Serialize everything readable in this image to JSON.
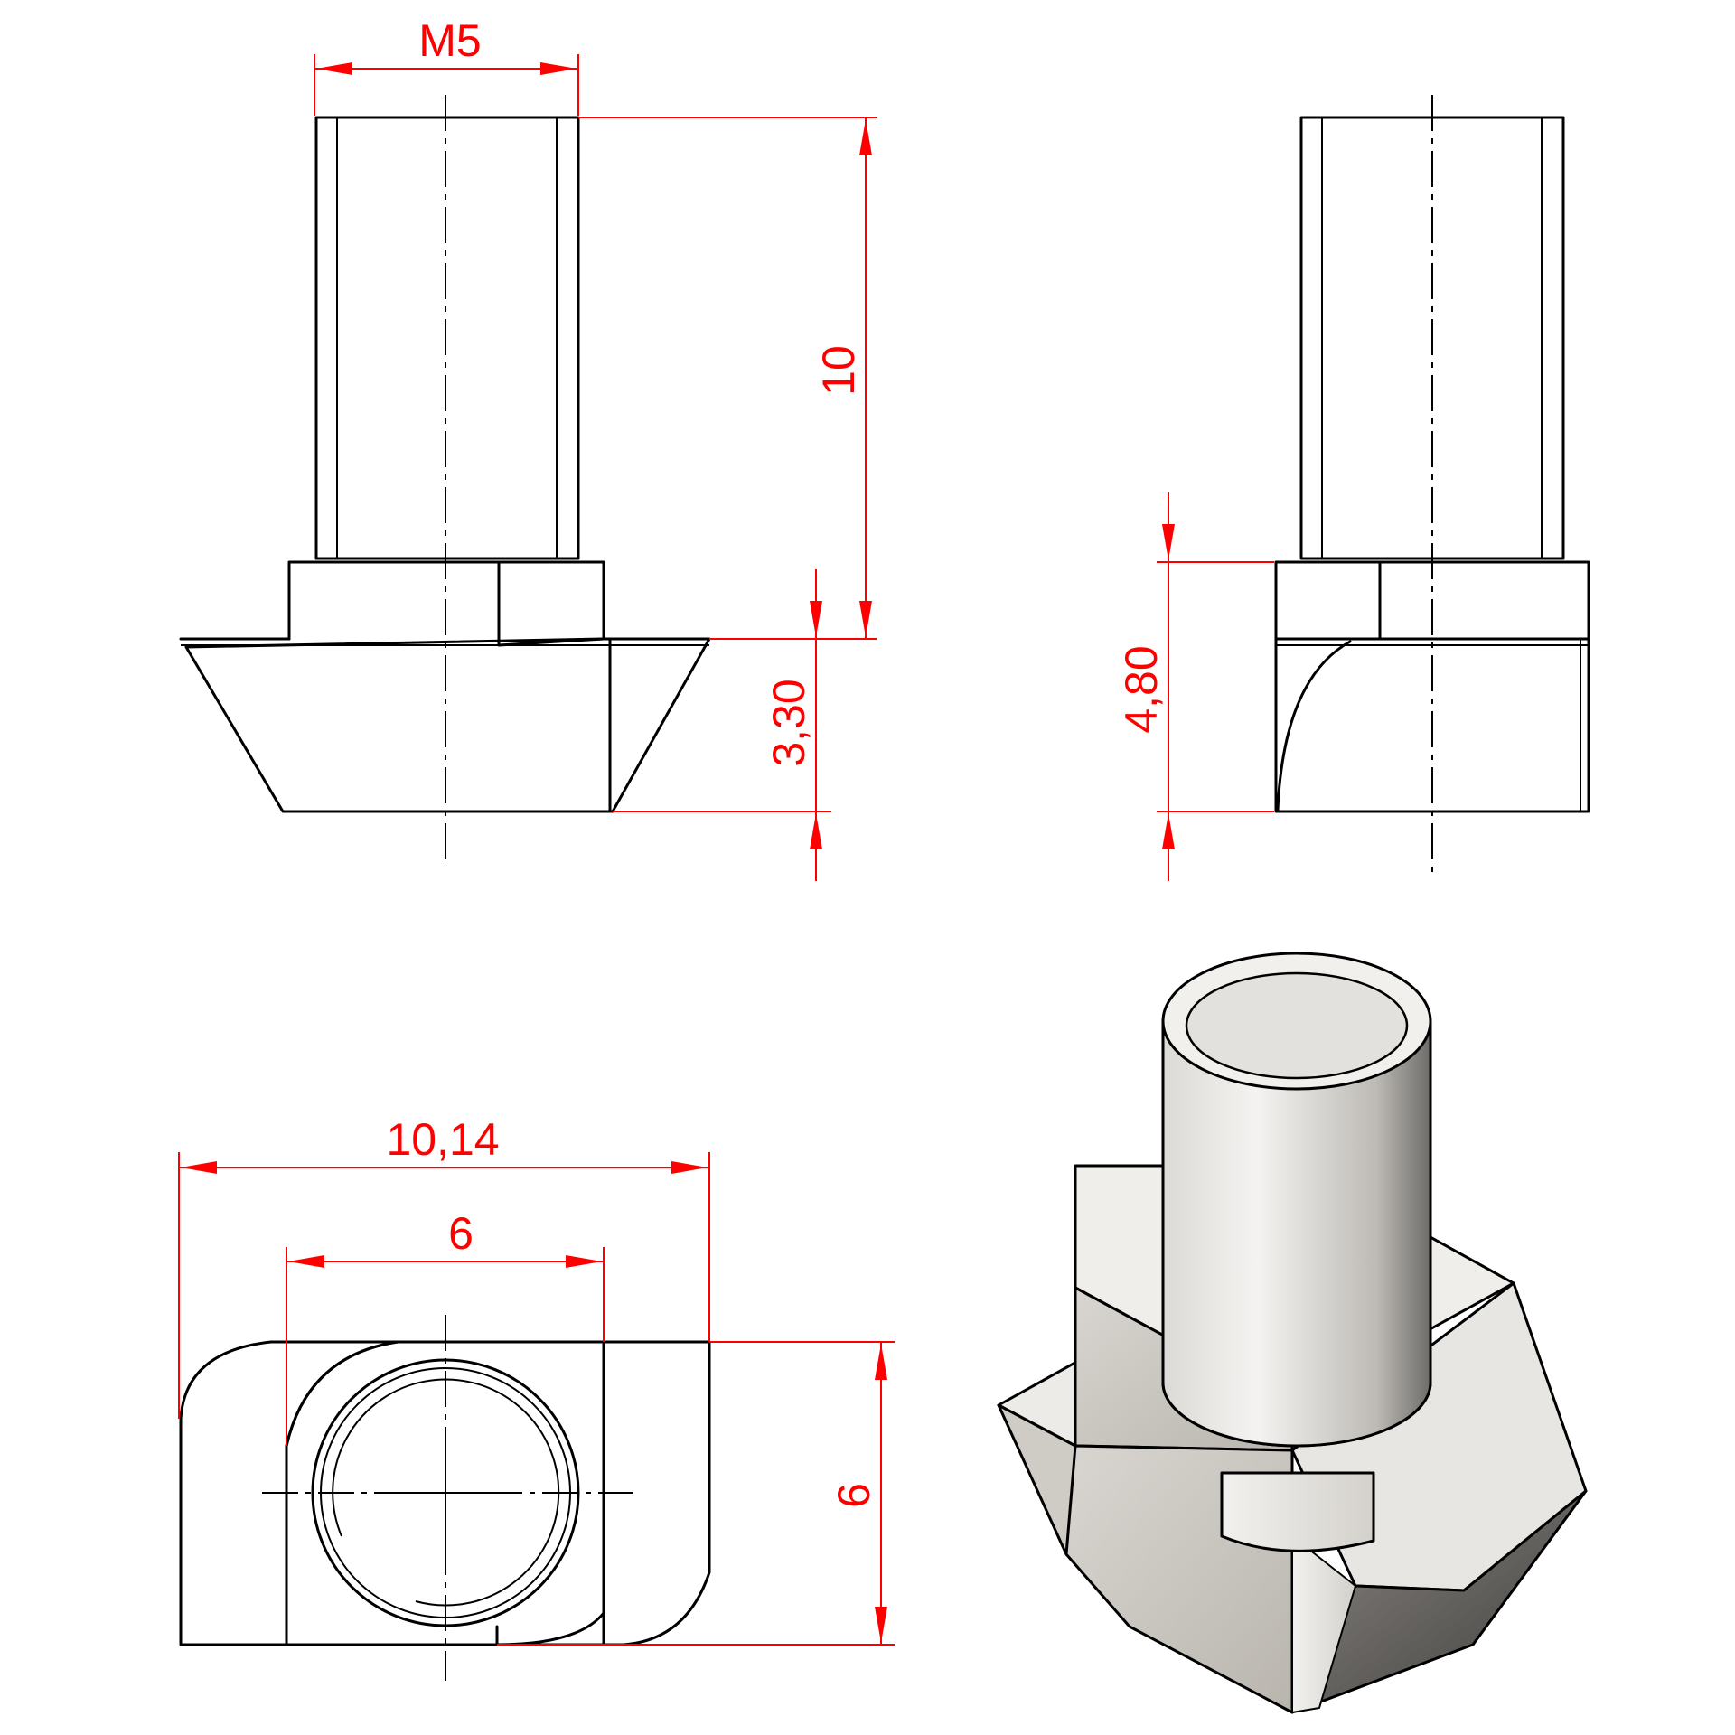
{
  "dimensions": {
    "thread": "M5",
    "shaft_length": "10",
    "head_height": "3,30",
    "total_head_height": "4,80",
    "overall_width": "10,14",
    "inner_width": "6",
    "depth": "6"
  },
  "colors": {
    "dimension": "#ff0000",
    "outline": "#000000",
    "shade_light": "#f2f1ee",
    "shade_mid": "#c9c6c0",
    "shade_dark": "#555350"
  }
}
